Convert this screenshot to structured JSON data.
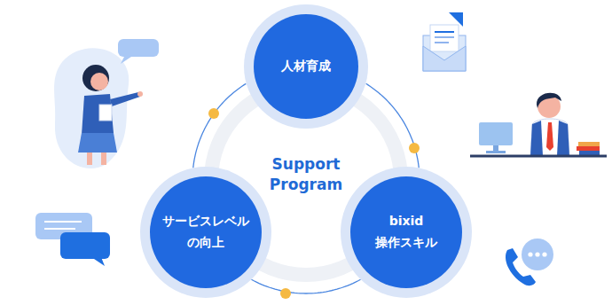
{
  "diagram": {
    "nodes": [
      {
        "text": [
          "人材育成"
        ]
      },
      {
        "text": [
          "サービスレベル の向上"
        ]
      },
      {
        "text": [
          "bixid 操作スキル"
        ]
      }
    ],
    "edges": [
      {
        "from": 0,
        "to": 1,
        "arrow": "none"
      },
      {
        "from": 0,
        "to": 2,
        "arrow": "none"
      },
      {
        "from": 1,
        "to": 2,
        "arrow": "none"
      }
    ],
    "labels": [
      "Support Program"
    ]
  }
}
